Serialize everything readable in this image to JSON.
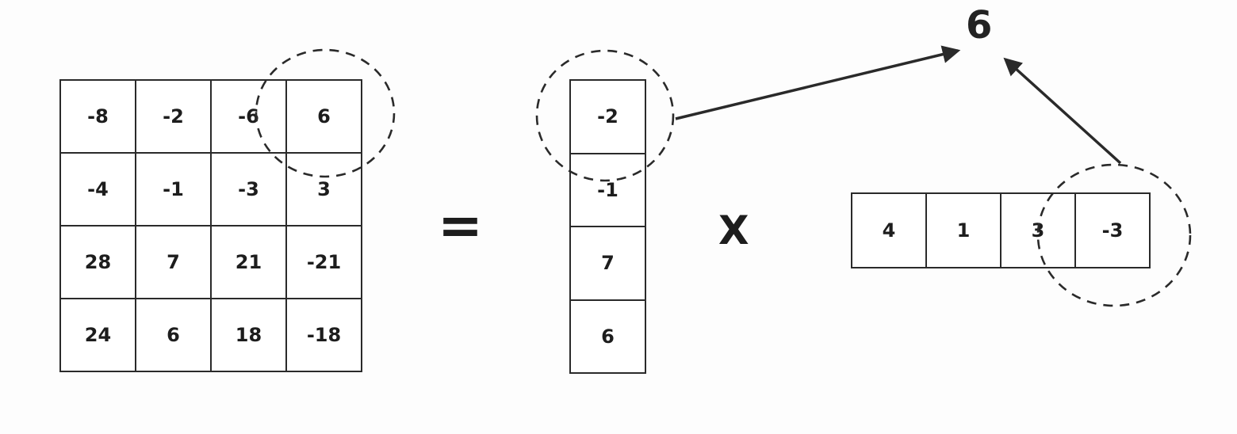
{
  "diagram": {
    "result_value": "6",
    "operators": {
      "equals": "=",
      "multiply": "X"
    },
    "matrix": {
      "rows": [
        [
          "-8",
          "-2",
          "-6",
          "6"
        ],
        [
          "-4",
          "-1",
          "-3",
          "3"
        ],
        [
          "28",
          "7",
          "21",
          "-21"
        ],
        [
          "24",
          "6",
          "18",
          "-18"
        ]
      ]
    },
    "column_vector": {
      "values": [
        "-2",
        "-1",
        "7",
        "6"
      ]
    },
    "row_vector": {
      "values": [
        "4",
        "1",
        "3",
        "-3"
      ]
    },
    "highlights": {
      "matrix_cell": "6",
      "column_cell": "-2",
      "row_cell": "-3"
    },
    "colors": {
      "ink": "#2a2a2a",
      "background": "#fdfdfd"
    }
  }
}
